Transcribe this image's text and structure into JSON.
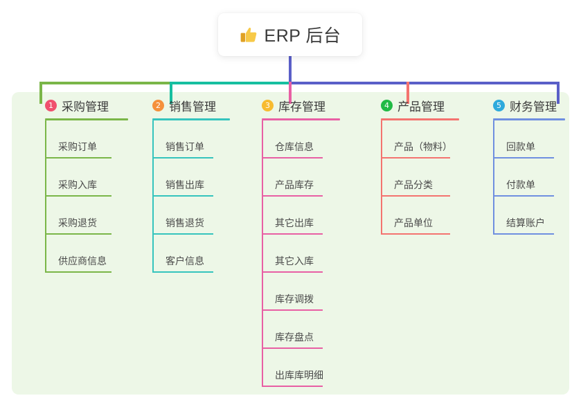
{
  "title": {
    "icon": "thumbs-up-icon",
    "text": "ERP 后台"
  },
  "colors": {
    "panel_bg": "#edf7e7",
    "page_bg": "#ffffff",
    "center_stem": "#5a5fc8",
    "segment_green": "#7ab648",
    "segment_teal": "#17bfa0",
    "segment_purple": "#5a5fc8"
  },
  "columns": [
    {
      "index": "1",
      "title": "采购管理",
      "badge_color": "#f0506e",
      "line_color": "#7ab648",
      "items": [
        {
          "label": "采购订单"
        },
        {
          "label": "采购入库"
        },
        {
          "label": "采购退货"
        },
        {
          "label": "供应商信息"
        }
      ]
    },
    {
      "index": "2",
      "title": "销售管理",
      "badge_color": "#f5903c",
      "line_color": "#35c4bd",
      "items": [
        {
          "label": "销售订单"
        },
        {
          "label": "销售出库"
        },
        {
          "label": "销售退货"
        },
        {
          "label": "客户信息"
        }
      ]
    },
    {
      "index": "3",
      "title": "库存管理",
      "badge_color": "#f7bb30",
      "line_color": "#e85fa4",
      "items": [
        {
          "label": "仓库信息"
        },
        {
          "label": "产品库存"
        },
        {
          "label": "其它出库"
        },
        {
          "label": "其它入库"
        },
        {
          "label": "库存调拨"
        },
        {
          "label": "库存盘点"
        },
        {
          "label": "出库库明细"
        }
      ]
    },
    {
      "index": "4",
      "title": "产品管理",
      "badge_color": "#21ba45",
      "line_color": "#f4736f",
      "items": [
        {
          "label": "产品（物料）"
        },
        {
          "label": "产品分类"
        },
        {
          "label": "产品单位"
        }
      ]
    },
    {
      "index": "5",
      "title": "财务管理",
      "badge_color": "#2eaadc",
      "line_color": "#6f8fe0",
      "items": [
        {
          "label": "回款单"
        },
        {
          "label": "付款单"
        },
        {
          "label": "结算账户"
        }
      ]
    }
  ]
}
